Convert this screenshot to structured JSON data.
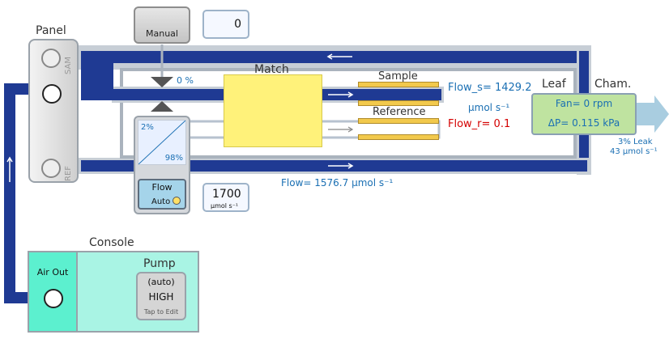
{
  "panel": {
    "title": "Panel",
    "sam_label": "SAM",
    "ref_label": "REF"
  },
  "manual": {
    "label": "Manual",
    "value": "0"
  },
  "match": {
    "title": "Match",
    "valve_percent": "0 %",
    "mix_top": "2%",
    "mix_bottom": "98%"
  },
  "flow_control": {
    "label": "Flow",
    "mode": "Auto",
    "value": "1700",
    "unit": "µmol s⁻¹"
  },
  "sample": {
    "label": "Sample",
    "flow_text": "Flow_s= 1429.2",
    "flow_unit": "µmol s⁻¹"
  },
  "reference": {
    "label": "Reference",
    "flow_text": "Flow_r= 0.1"
  },
  "main_flow": "Flow= 1576.7 µmol s⁻¹",
  "leaf_chamber": {
    "title_left": "Leaf",
    "title_right": "Cham.",
    "fan": "Fan= 0 rpm",
    "pressure": "ΔP= 0.115 kPa",
    "leak_pct": "3% Leak",
    "leak_flow": "43 µmol s⁻¹"
  },
  "console": {
    "title": "Console",
    "air_out": "Air Out",
    "pump_title": "Pump",
    "pump_mode": "(auto)",
    "pump_level": "HIGH",
    "pump_hint": "Tap to Edit"
  },
  "colors": {
    "pipe": "#1f3a93",
    "pipe_light": "#b7c2cf",
    "chamber_fill": "#bfe3a0",
    "console_fill": "#a9f4e4",
    "air_out_fill": "#5cf0cf",
    "match_yellow": "#fff27a",
    "text_blue": "#1a6fb3",
    "text_red": "#d40000"
  }
}
